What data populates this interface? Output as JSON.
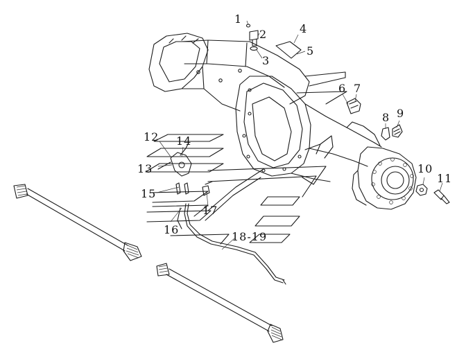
{
  "callouts": {
    "c1": "1",
    "c2": "2",
    "c3": "3",
    "c4": "4",
    "c5": "5",
    "c6": "6",
    "c7": "7",
    "c8": "8",
    "c9": "9",
    "c10": "10",
    "c11": "11",
    "c12": "12",
    "c13": "13",
    "c14": "14",
    "c15": "15",
    "c16": "16",
    "c17": "17",
    "c18_19": "18-19"
  },
  "colors": {
    "line": "#1a1a1a",
    "background": "#ffffff"
  }
}
